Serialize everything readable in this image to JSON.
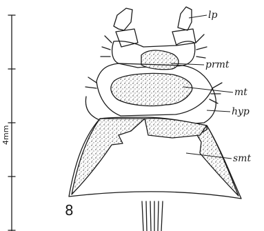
{
  "figure": {
    "number": "8",
    "scale_bar_label": "4mm"
  },
  "labels": {
    "lp": "lp",
    "prmt": "prmt",
    "mt": "mt",
    "hyp": "hyp",
    "smt": "smt"
  }
}
